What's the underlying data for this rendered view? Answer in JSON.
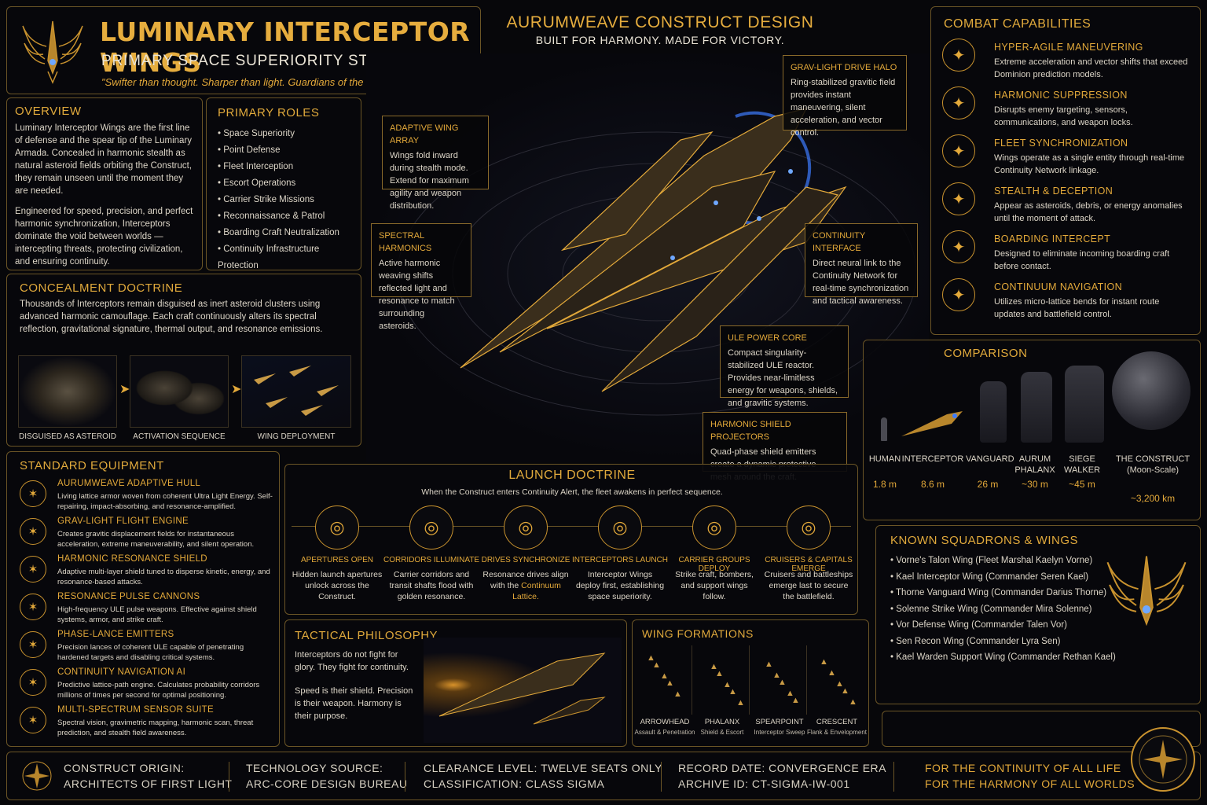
{
  "header": {
    "title": "LUMINARY INTERCEPTOR WINGS",
    "subtitle": "PRIMARY SPACE SUPERIORITY STRIKE FORCE",
    "quote": "\"Swifter than thought. Sharper than light.  Guardians of the Continuum.\""
  },
  "center": {
    "title": "AURUMWEAVE CONSTRUCT DESIGN",
    "tagline": "BUILT FOR HARMONY. MADE FOR VICTORY."
  },
  "overview": {
    "title": "OVERVIEW",
    "p1": "Luminary Interceptor Wings are the first line of defense and the spear tip of the Luminary Armada. Concealed in harmonic stealth as natural asteroid fields orbiting the Construct, they remain unseen until the moment they are needed.",
    "p2": "Engineered for speed, precision, and perfect harmonic synchronization, Interceptors dominate the void between worlds — intercepting threats, protecting civilization, and ensuring continuity."
  },
  "roles": {
    "title": "PRIMARY ROLES",
    "items": [
      "Space Superiority",
      "Point Defense",
      "Fleet Interception",
      "Escort Operations",
      "Carrier Strike Missions",
      "Reconnaissance & Patrol",
      "Boarding Craft Neutralization",
      "Continuity Infrastructure Protection"
    ]
  },
  "concealment": {
    "title": "CONCEALMENT DOCTRINE",
    "text": "Thousands of Interceptors remain disguised as inert asteroid clusters using advanced harmonic camouflage. Each craft continuously alters its spectral reflection, gravitational signature, thermal output, and resonance emissions.",
    "stages": [
      "DISGUISED AS ASTEROID",
      "ACTIVATION SEQUENCE",
      "WING DEPLOYMENT"
    ]
  },
  "equipment": {
    "title": "STANDARD EQUIPMENT",
    "items": [
      {
        "name": "AURUMWEAVE ADAPTIVE HULL",
        "desc": "Living lattice armor woven from coherent Ultra Light Energy. Self-repairing, impact-absorbing, and resonance-amplified."
      },
      {
        "name": "GRAV-LIGHT FLIGHT ENGINE",
        "desc": "Creates gravitic displacement fields for instantaneous acceleration, extreme maneuverability, and silent operation."
      },
      {
        "name": "HARMONIC RESONANCE SHIELD",
        "desc": "Adaptive multi-layer shield tuned to disperse kinetic, energy, and resonance-based attacks."
      },
      {
        "name": "RESONANCE PULSE CANNONS",
        "desc": "High-frequency ULE pulse weapons. Effective against shield systems, armor, and strike craft."
      },
      {
        "name": "PHASE-LANCE EMITTERS",
        "desc": "Precision lances of coherent ULE capable of penetrating hardened targets and disabling critical systems."
      },
      {
        "name": "CONTINUITY NAVIGATION AI",
        "desc": "Predictive lattice-path engine. Calculates probability corridors millions of times per second for optimal positioning."
      },
      {
        "name": "MULTI-SPECTRUM SENSOR SUITE",
        "desc": "Spectral vision, gravimetric mapping, harmonic scan, threat prediction, and stealth field awareness."
      }
    ]
  },
  "callouts": {
    "drive": {
      "title": "GRAV-LIGHT DRIVE HALO",
      "text": "Ring-stabilized gravitic field provides instant maneuvering, silent acceleration, and vector control."
    },
    "wing": {
      "title": "ADAPTIVE WING ARRAY",
      "text": "Wings fold inward during stealth mode. Extend for maximum agility and weapon distribution."
    },
    "spectral": {
      "title": "SPECTRAL HARMONICS",
      "text": "Active harmonic weaving shifts reflected light and resonance to match surrounding asteroids."
    },
    "interface": {
      "title": "CONTINUITY INTERFACE",
      "text": "Direct neural link to the Continuity Network for real-time synchronization and tactical awareness."
    },
    "core": {
      "title": "ULE POWER CORE",
      "text": "Compact singularity-stabilized ULE reactor. Provides near-limitless energy for weapons, shields, and gravitic systems."
    },
    "shield": {
      "title": "HARMONIC SHIELD PROJECTORS",
      "text": "Quad-phase shield emitters create a dynamic protective mesh around the craft."
    }
  },
  "combat": {
    "title": "COMBAT CAPABILITIES",
    "items": [
      {
        "name": "HYPER-AGILE MANEUVERING",
        "desc": "Extreme acceleration and vector shifts that exceed Dominion prediction models."
      },
      {
        "name": "HARMONIC SUPPRESSION",
        "desc": "Disrupts enemy targeting, sensors, communications, and weapon locks."
      },
      {
        "name": "FLEET SYNCHRONIZATION",
        "desc": "Wings operate as a single entity through real-time Continuity Network linkage."
      },
      {
        "name": "STEALTH & DECEPTION",
        "desc": "Appear as asteroids, debris, or energy anomalies until the moment of attack."
      },
      {
        "name": "BOARDING INTERCEPT",
        "desc": "Designed to eliminate incoming boarding craft before contact."
      },
      {
        "name": "CONTINUUM NAVIGATION",
        "desc": "Utilizes micro-lattice bends for instant route updates and battlefield control."
      }
    ]
  },
  "comparison": {
    "title": "COMPARISON",
    "items": [
      {
        "name": "HUMAN",
        "size": "1.8 m"
      },
      {
        "name": "INTERCEPTOR",
        "size": "8.6 m"
      },
      {
        "name": "VANGUARD",
        "size": "26 m"
      },
      {
        "name": "AURUM PHALANX",
        "size": "~30 m"
      },
      {
        "name": "SIEGE WALKER",
        "size": "~45 m"
      },
      {
        "name": "THE CONSTRUCT",
        "note": "(Moon-Scale)",
        "size": "~3,200 km"
      }
    ]
  },
  "launch": {
    "title": "LAUNCH DOCTRINE",
    "intro": "When the Construct enters Continuity Alert, the fleet awakens in perfect sequence.",
    "steps": [
      {
        "name": "APERTURES OPEN",
        "desc": "Hidden launch apertures unlock across the Construct."
      },
      {
        "name": "CORRIDORS ILLUMINATE",
        "desc": "Carrier corridors and transit shafts flood with golden resonance."
      },
      {
        "name": "DRIVES SYNCHRONIZE",
        "desc": "Resonance drives align with the",
        "highlight": "Continuum Lattice."
      },
      {
        "name": "INTERCEPTORS LAUNCH",
        "desc": "Interceptor Wings deploy first, establishing space superiority."
      },
      {
        "name": "CARRIER GROUPS DEPLOY",
        "desc": "Strike craft, bombers, and support wings follow."
      },
      {
        "name": "CRUISERS & CAPITALS EMERGE",
        "desc": "Cruisers and battleships emerge last to secure the battlefield."
      }
    ]
  },
  "squadrons": {
    "title": "KNOWN SQUADRONS & WINGS",
    "items": [
      "Vorne's Talon Wing (Fleet Marshal Kaelyn Vorne)",
      "Kael Interceptor Wing (Commander Seren Kael)",
      "Thorne Vanguard Wing (Commander Darius Thorne)",
      "Solenne Strike Wing (Commander Mira Solenne)",
      "Vor Defense Wing (Commander Talen Vor)",
      "Sen Recon Wing (Commander Lyra Sen)",
      "Kael Warden Support Wing (Commander Rethan Kael)"
    ]
  },
  "tactical": {
    "title": "TACTICAL PHILOSOPHY",
    "p1": "Interceptors do not fight for glory. They fight for continuity.",
    "p2": "Speed is their shield. Precision is their weapon. Harmony is their purpose."
  },
  "formations": {
    "title": "WING FORMATIONS",
    "items": [
      {
        "name": "ARROWHEAD",
        "desc": "Assault & Penetration"
      },
      {
        "name": "PHALANX",
        "desc": "Shield & Escort"
      },
      {
        "name": "SPEARPOINT",
        "desc": "Interceptor Sweep"
      },
      {
        "name": "CRESCENT",
        "desc": "Flank & Envelopment"
      }
    ]
  },
  "footer": {
    "origin_label": "CONSTRUCT ORIGIN:",
    "origin_value": "ARCHITECTS OF FIRST LIGHT",
    "tech_label": "TECHNOLOGY SOURCE:",
    "tech_value": "ARC-CORE DESIGN BUREAU",
    "clearance": "CLEARANCE LEVEL: TWELVE SEATS ONLY",
    "classification": "CLASSIFICATION: CLASS SIGMA",
    "record": "RECORD DATE: CONVERGENCE ERA",
    "archive": "ARCHIVE ID: CT-SIGMA-IW-001",
    "motto1": "FOR THE CONTINUITY OF ALL LIFE",
    "motto2": "FOR THE HARMONY OF ALL WORLDS"
  },
  "colors": {
    "gold": "#e3a93a",
    "border": "#6b5526",
    "background": "#07070a",
    "accent_blue": "#3d7cff"
  }
}
